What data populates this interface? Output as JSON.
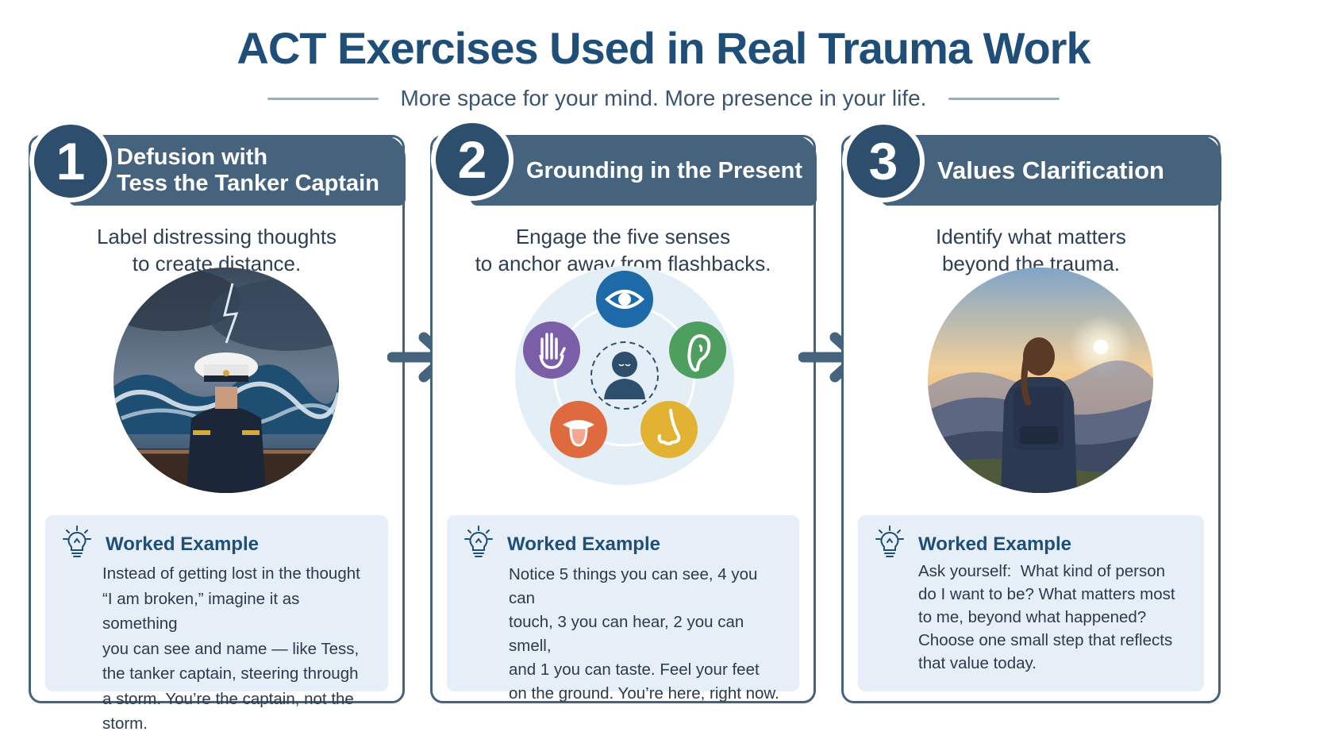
{
  "page": {
    "title": "ACT Exercises Used in Real Trauma Work",
    "subtitle": "More space for your mind. More presence in your life."
  },
  "colors": {
    "title": "#1f4e79",
    "header": "#46637e",
    "badge": "#2e4e6e",
    "example_bg": "#e6eff7",
    "sense_see": "#1e6aa8",
    "sense_hear": "#4e9e5f",
    "sense_smell": "#e3b232",
    "sense_taste": "#e06a3f",
    "sense_touch": "#7b5ea8"
  },
  "cards": [
    {
      "number": "1",
      "title_line1": "Defusion with",
      "title_line2": "Tess the Tanker Captain",
      "desc_line1": "Label distressing thoughts",
      "desc_line2": "to create distance.",
      "image": "captain-in-storm",
      "example_label": "Worked Example",
      "example_lines": [
        "Instead of getting lost in the thought",
        "“I am broken,” imagine it as something",
        "you can see and name — like Tess,",
        "the tanker captain, steering through",
        "a storm. You’re the captain, not the storm."
      ]
    },
    {
      "number": "2",
      "title_line1": "Grounding in the Present",
      "desc_line1": "Engage the five senses",
      "desc_line2": "to anchor away from flashbacks.",
      "image": "five-senses",
      "senses": [
        "eye-icon",
        "ear-icon",
        "nose-icon",
        "tongue-icon",
        "hand-icon"
      ],
      "example_label": "Worked Example",
      "example_lines": [
        "Notice 5 things you can see, 4 you can",
        "touch, 3 you can hear, 2 you can smell,",
        "and 1 you can taste. Feel your feet",
        "on the ground. You’re here, right now."
      ]
    },
    {
      "number": "3",
      "title_line1": "Values Clarification",
      "desc_line1": "Identify what matters",
      "desc_line2": "beyond the trauma.",
      "image": "hiker-at-sunrise",
      "example_label": "Worked Example",
      "example_lines": [
        "Ask yourself:  What kind of person",
        "do I want to be? What matters most",
        "to me, beyond what happened?",
        "Choose one small step that reflects",
        "that value today."
      ]
    }
  ]
}
